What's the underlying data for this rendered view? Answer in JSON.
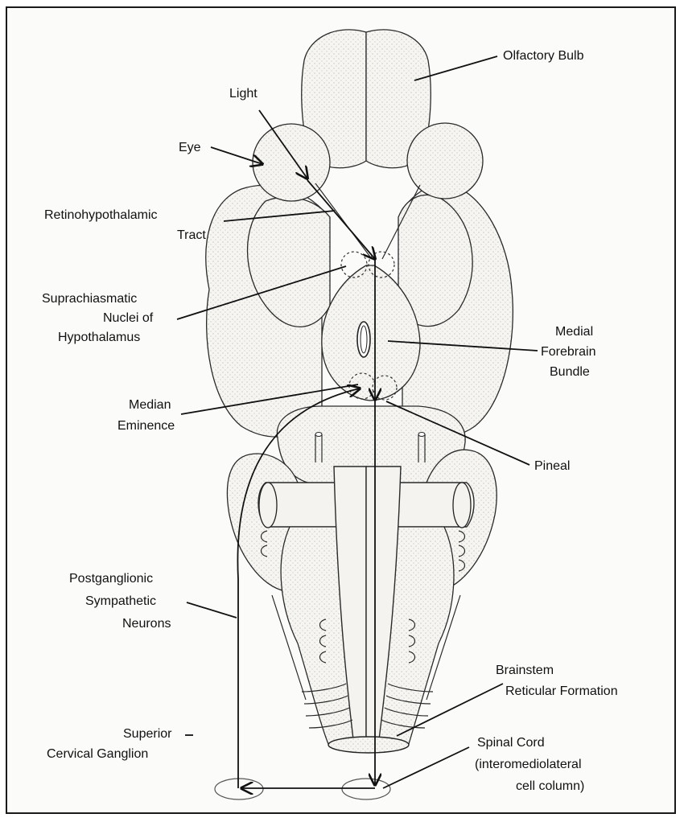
{
  "labels": {
    "olfactory_bulb": "Olfactory Bulb",
    "light": "Light",
    "eye": "Eye",
    "retinohypothalamic_1": "Retinohypothalamic",
    "retinohypothalamic_2": "Tract",
    "suprachiasmatic_1": "Suprachiasmatic",
    "suprachiasmatic_2": "Nuclei of",
    "suprachiasmatic_3": "Hypothalamus",
    "medial_1": "Medial",
    "medial_2": "Forebrain",
    "medial_3": "Bundle",
    "median_1": "Median",
    "median_2": "Eminence",
    "pineal": "Pineal",
    "postganglionic_1": "Postganglionic",
    "postganglionic_2": "Sympathetic",
    "postganglionic_3": "Neurons",
    "brainstem_1": "Brainstem",
    "brainstem_2": "Reticular Formation",
    "superior_1": "Superior",
    "superior_2": "Cervical Ganglion",
    "spinal_1": "Spinal Cord",
    "spinal_2": "(interomediolateral",
    "spinal_3": "cell column)"
  }
}
